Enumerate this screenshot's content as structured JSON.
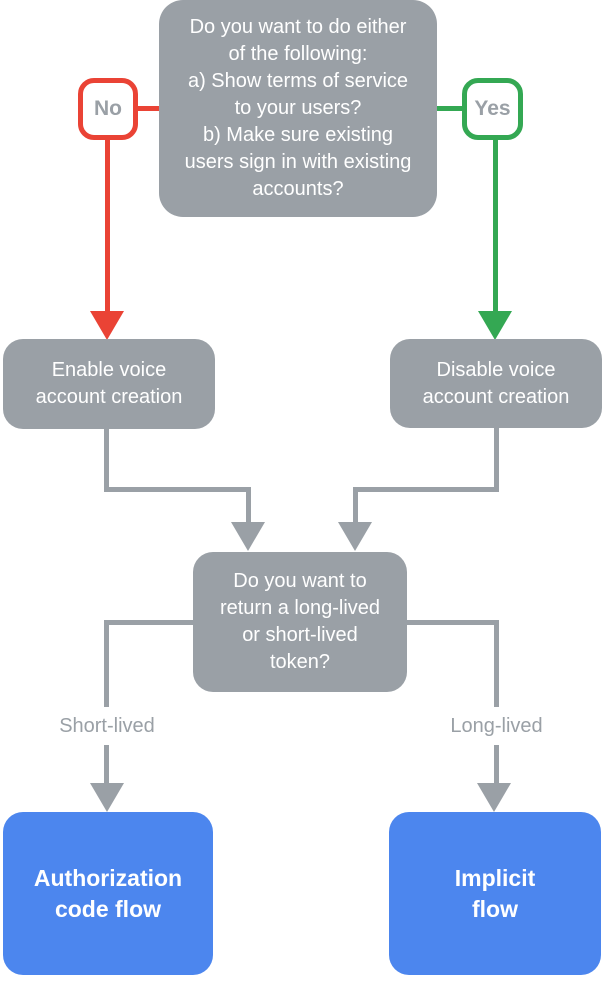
{
  "colors": {
    "gray": "#9AA0A6",
    "red": "#EA4335",
    "green": "#34A853",
    "blue": "#4C86EE",
    "label-text": "#9AA0A6",
    "node-text": "#FFFFFF",
    "background": "#FFFFFF"
  },
  "flowchart": {
    "root_question": "Do you want to do either\nof the following:\na) Show terms of service\nto your users?\nb) Make sure existing\nusers sign in with existing\naccounts?",
    "no_label": "No",
    "yes_label": "Yes",
    "enable_node": "Enable voice\naccount creation",
    "disable_node": "Disable voice\naccount creation",
    "token_question": "Do you want to\nreturn a long-lived\nor short-lived\ntoken?",
    "short_lived_label": "Short-lived",
    "long_lived_label": "Long-lived",
    "auth_code_node": "Authorization\ncode flow",
    "implicit_node": "Implicit\nflow"
  }
}
